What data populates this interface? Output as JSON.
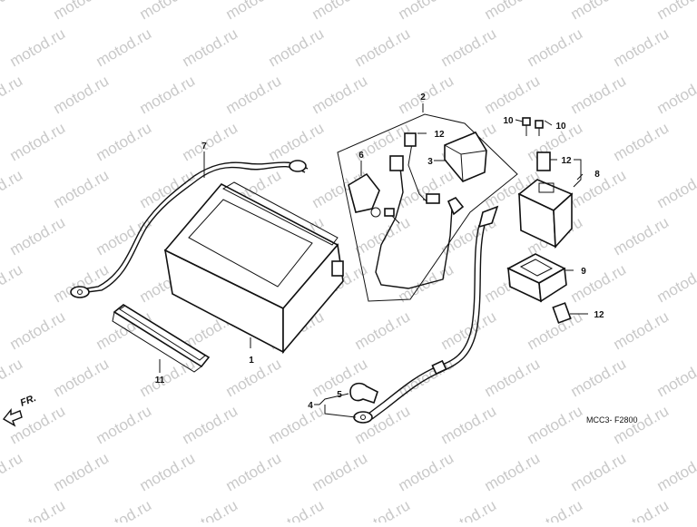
{
  "watermark": "motod.ru",
  "callouts": {
    "c1": "1",
    "c2": "2",
    "c3": "3",
    "c4": "4",
    "c5": "5",
    "c6": "6",
    "c7": "7",
    "c8": "8",
    "c9": "9",
    "c10a": "10",
    "c10b": "10",
    "c11": "11",
    "c12a": "12",
    "c12b": "12",
    "c12c": "12"
  },
  "direction_label": "FR.",
  "drawing_code": "MCC3- F2800"
}
